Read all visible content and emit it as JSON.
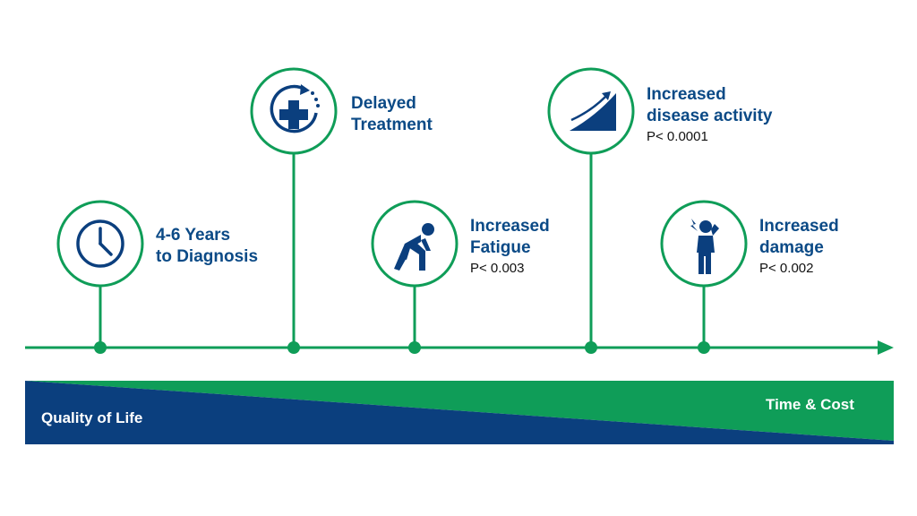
{
  "colors": {
    "green": "#0f9d58",
    "navy": "#0b3f7e",
    "label": "#0b4a86"
  },
  "milestones": [
    {
      "id": "diagnosis",
      "icon": "clock-icon",
      "line1": "4-6 Years",
      "line2": "to Diagnosis",
      "stat": ""
    },
    {
      "id": "treatment",
      "icon": "medical-cross-icon",
      "line1": "Delayed",
      "line2": "Treatment",
      "stat": ""
    },
    {
      "id": "fatigue",
      "icon": "tired-person-icon",
      "line1": "Increased",
      "line2": "Fatigue",
      "stat": "P< 0.003"
    },
    {
      "id": "activity",
      "icon": "rising-trend-icon",
      "line1": "Increased",
      "line2": "disease activity",
      "stat": "P< 0.0001"
    },
    {
      "id": "damage",
      "icon": "headache-person-icon",
      "line1": "Increased",
      "line2": "damage",
      "stat": "P< 0.002"
    }
  ],
  "band": {
    "left_label": "Quality of Life",
    "right_label": "Time & Cost"
  }
}
